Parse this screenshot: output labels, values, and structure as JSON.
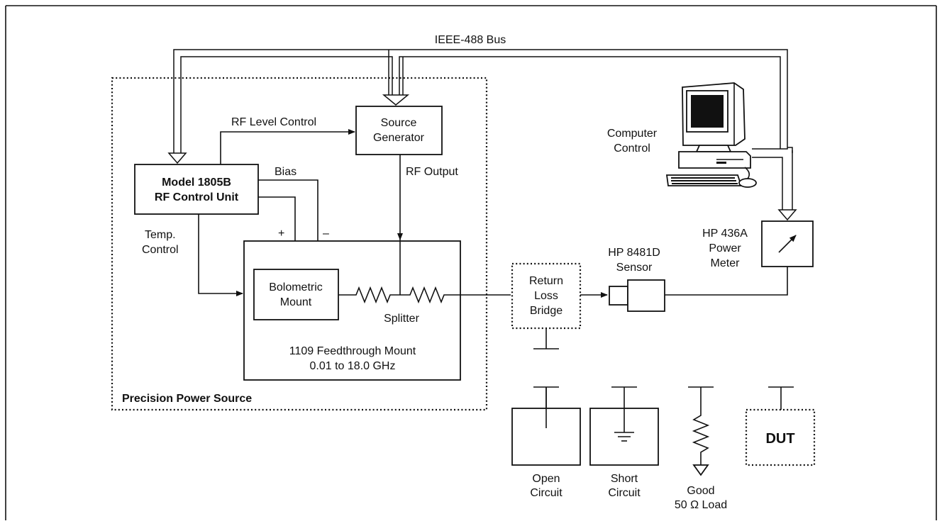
{
  "bus": {
    "label": "IEEE-488 Bus"
  },
  "precision_power_source": {
    "label": "Precision Power Source"
  },
  "rf_control_unit": {
    "line1": "Model 1805B",
    "line2": "RF Control Unit"
  },
  "source_generator": {
    "line1": "Source",
    "line2": "Generator"
  },
  "feedthrough_mount": {
    "line1": "1109 Feedthrough Mount",
    "line2": "0.01 to 18.0 GHz"
  },
  "bolometric_mount": {
    "line1": "Bolometric",
    "line2": "Mount"
  },
  "signals": {
    "rf_level_control": "RF Level Control",
    "rf_output": "RF Output",
    "bias": "Bias",
    "plus": "+",
    "minus": "–",
    "temp_control_1": "Temp.",
    "temp_control_2": "Control",
    "splitter": "Splitter"
  },
  "return_loss_bridge": {
    "line1": "Return",
    "line2": "Loss",
    "line3": "Bridge"
  },
  "sensor": {
    "line1": "HP 8481D",
    "line2": "Sensor"
  },
  "power_meter": {
    "line1": "HP 436A",
    "line2": "Power",
    "line3": "Meter"
  },
  "computer": {
    "line1": "Computer",
    "line2": "Control"
  },
  "terminations": {
    "open": {
      "line1": "Open",
      "line2": "Circuit"
    },
    "short": {
      "line1": "Short",
      "line2": "Circuit"
    },
    "load": {
      "line1": "Good",
      "line2": "50 Ω Load"
    },
    "dut": {
      "label": "DUT"
    }
  }
}
